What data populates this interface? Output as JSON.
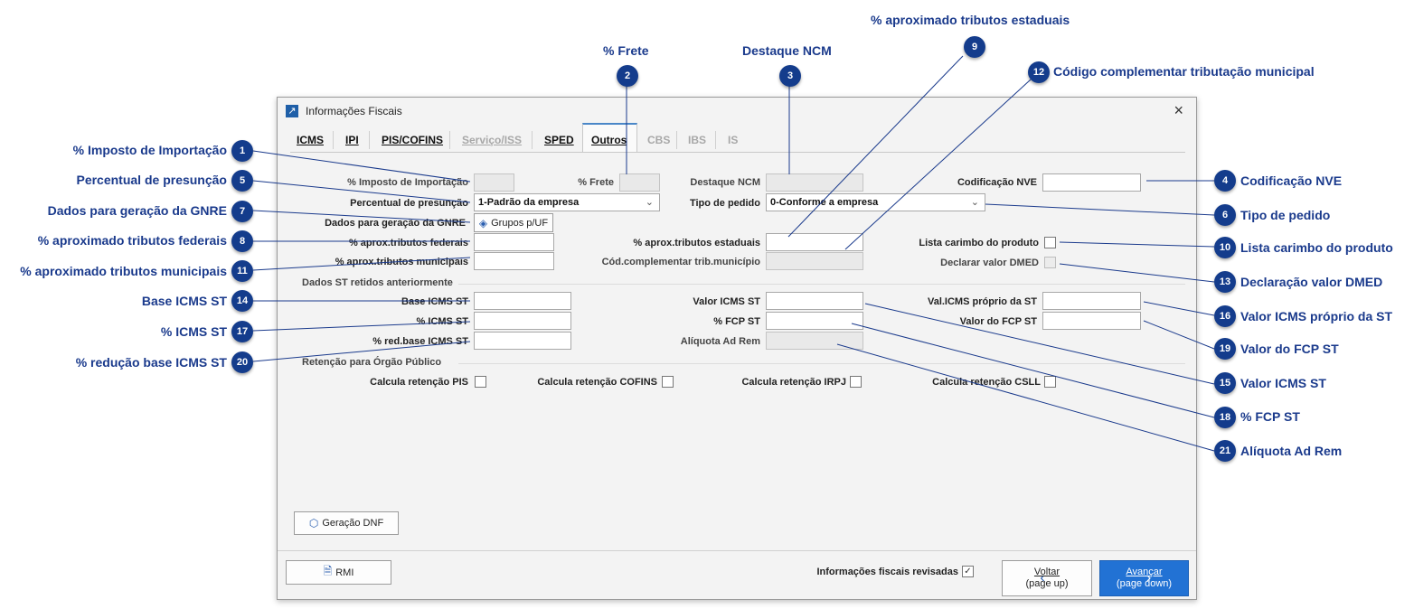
{
  "window": {
    "title": "Informações Fiscais",
    "close_label": "×"
  },
  "tabs": [
    {
      "label": "ICMS",
      "state": "enabled"
    },
    {
      "label": "IPI",
      "state": "enabled"
    },
    {
      "label": "PIS/COFINS",
      "state": "enabled"
    },
    {
      "label": "Serviço/ISS",
      "state": "disabled"
    },
    {
      "label": "SPED",
      "state": "enabled"
    },
    {
      "label": "Outros",
      "state": "active"
    },
    {
      "label": "CBS",
      "state": "disabled"
    },
    {
      "label": "IBS",
      "state": "disabled"
    },
    {
      "label": "IS",
      "state": "disabled"
    }
  ],
  "form": {
    "imposto_importacao_label": "% Imposto de Importação",
    "frete_label": "% Frete",
    "destaque_ncm_label": "Destaque NCM",
    "codificacao_nve_label": "Codificação NVE",
    "percentual_presuncao_label": "Percentual de presunção",
    "percentual_presuncao_value": "1-Padrão da empresa",
    "tipo_pedido_label": "Tipo de pedido",
    "tipo_pedido_value": "0-Conforme a empresa",
    "gnre_label": "Dados para geração da GNRE",
    "grupos_uf_button": "Grupos p/UF",
    "aprox_federais_label": "% aprox.tributos federais",
    "aprox_estaduais_label": "% aprox.tributos estaduais",
    "lista_carimbo_label": "Lista carimbo do produto",
    "aprox_municipais_label": "% aprox.tributos municipais",
    "cod_compl_label": "Cód.complementar trib.município",
    "declarar_dmed_label": "Declarar valor DMED",
    "st_section": "Dados ST retidos anteriormente",
    "base_icms_st_label": "Base ICMS ST",
    "valor_icms_st_label": "Valor ICMS ST",
    "val_icms_proprio_label": "Val.ICMS próprio da ST",
    "pct_icms_st_label": "% ICMS ST",
    "pct_fcp_st_label": "% FCP ST",
    "valor_fcp_st_label": "Valor do FCP ST",
    "red_base_label": "% red.base ICMS ST",
    "aliquota_ad_rem_label": "Alíquota Ad Rem",
    "retencao_section": "Retenção para Órgão Público",
    "ret_pis_label": "Calcula retenção PIS",
    "ret_cofins_label": "Calcula retenção COFINS",
    "ret_irpj_label": "Calcula retenção IRPJ",
    "ret_csll_label": "Calcula retenção CSLL"
  },
  "buttons": {
    "geracao_dnf": "Geração DNF",
    "rmi": "RMI",
    "revisadas_label": "Informações fiscais revisadas",
    "revisadas_checked": true,
    "voltar": "Voltar",
    "voltar_hint": "(page up)",
    "avancar": "Avançar",
    "avancar_hint": "(page down)"
  },
  "callouts": [
    {
      "n": "1",
      "label": "% Imposto de Importação"
    },
    {
      "n": "2",
      "label": "% Frete"
    },
    {
      "n": "3",
      "label": "Destaque NCM"
    },
    {
      "n": "4",
      "label": "Codificação NVE"
    },
    {
      "n": "5",
      "label": "Percentual de presunção"
    },
    {
      "n": "6",
      "label": "Tipo de pedido"
    },
    {
      "n": "7",
      "label": "Dados para geração da GNRE"
    },
    {
      "n": "8",
      "label": "% aproximado tributos federais"
    },
    {
      "n": "9",
      "label": "% aproximado tributos estaduais"
    },
    {
      "n": "10",
      "label": "Lista carimbo do produto"
    },
    {
      "n": "11",
      "label": "% aproximado tributos municipais"
    },
    {
      "n": "12",
      "label": "Código complementar tributação municipal"
    },
    {
      "n": "13",
      "label": "Declaração valor DMED"
    },
    {
      "n": "14",
      "label": "Base ICMS ST"
    },
    {
      "n": "15",
      "label": "Valor ICMS ST"
    },
    {
      "n": "16",
      "label": "Valor ICMS próprio da ST"
    },
    {
      "n": "17",
      "label": "% ICMS ST"
    },
    {
      "n": "18",
      "label": "% FCP ST"
    },
    {
      "n": "19",
      "label": "Valor do FCP ST"
    },
    {
      "n": "20",
      "label": "% redução base ICMS ST"
    },
    {
      "n": "21",
      "label": "Alíquota Ad Rem"
    }
  ],
  "colors": {
    "callout_text": "#1a3a8c",
    "badge": "#143c8c",
    "primary_button": "#2272d4",
    "active_tab_accent": "#4a87c8"
  }
}
